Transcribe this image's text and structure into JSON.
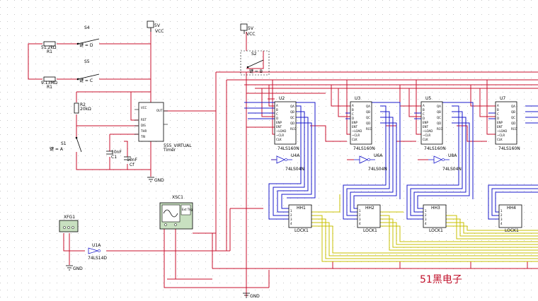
{
  "watermark": "51黑电子",
  "power": {
    "vcc1": {
      "v": "5V",
      "name": "VCC"
    },
    "vcc2": {
      "v": "5V",
      "name": "VCC"
    },
    "gnd": "GND"
  },
  "resistors": {
    "r1a": {
      "value": "51.2kΩ",
      "ref": "R1"
    },
    "r1b": {
      "value": "9.13MΩ",
      "ref": "R1"
    },
    "r2": {
      "ref": "R2",
      "value": "20kΩ"
    }
  },
  "switches": {
    "s4": {
      "ref": "S4",
      "key": "键 = D"
    },
    "s5": {
      "ref": "S5",
      "key": "键 = C"
    },
    "s1": {
      "ref": "S1",
      "key": "键 = A"
    },
    "s2": {
      "ref": "S2",
      "key": "键 = B"
    }
  },
  "capacitors": {
    "c1": {
      "value": "10nF",
      "ref": "C1"
    },
    "cf": {
      "value": "10nF",
      "ref": "Cf"
    }
  },
  "timer": {
    "line1": "555_VIRTUAL",
    "line2": "Timer"
  },
  "counters": [
    {
      "ref": "U2",
      "part": "74LS160N"
    },
    {
      "ref": "U3",
      "part": "74LS160N"
    },
    {
      "ref": "U5",
      "part": "74LS160N"
    },
    {
      "ref": "U7",
      "part": "74LS160N"
    }
  ],
  "inverters": [
    {
      "ref": "U4A",
      "part": "74LS04N"
    },
    {
      "ref": "U6A",
      "part": "74LS04N"
    },
    {
      "ref": "U8A",
      "part": "74LS04N"
    }
  ],
  "displays": [
    {
      "ref": "HH1",
      "sub": "LOCK1"
    },
    {
      "ref": "HH2",
      "sub": "LOCK1"
    },
    {
      "ref": "HH3",
      "sub": "LOCK1"
    },
    {
      "ref": "HH4",
      "sub": "LOCK1"
    }
  ],
  "instruments": {
    "xfg": "XFG1",
    "xsc": "XSC1",
    "u1": {
      "ref": "U1A",
      "part": "74LS14D"
    }
  }
}
